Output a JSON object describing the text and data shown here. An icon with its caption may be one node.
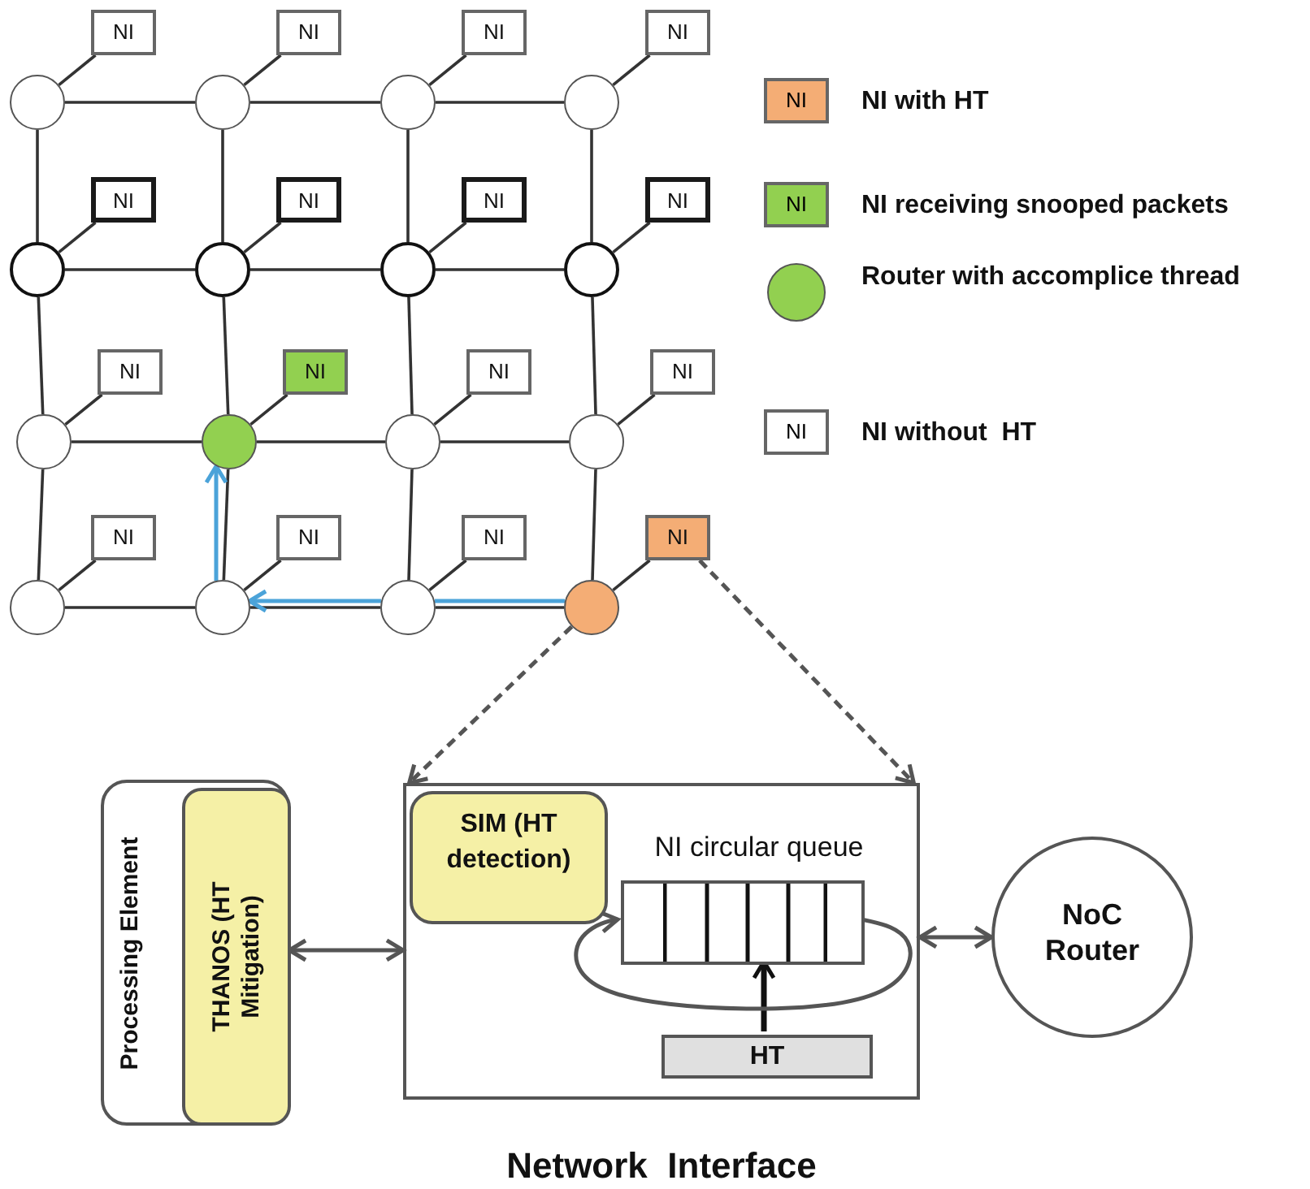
{
  "diagram": {
    "nodes": [
      {
        "text": [
          "NI"
        ]
      },
      {
        "text": [
          "NI"
        ]
      },
      {
        "text": [
          "NI"
        ]
      },
      {
        "text": [
          "NI"
        ]
      },
      {
        "text": [],
        "shape": "circle"
      },
      {
        "text": [],
        "shape": "circle"
      },
      {
        "text": [],
        "shape": "circle"
      },
      {
        "text": [],
        "shape": "circle"
      },
      {
        "text": [
          "NI"
        ]
      },
      {
        "text": [
          "NI"
        ]
      },
      {
        "text": [
          "NI"
        ]
      },
      {
        "text": [
          "NI"
        ]
      },
      {
        "text": [],
        "shape": "circle"
      },
      {
        "text": [],
        "shape": "circle"
      },
      {
        "text": [],
        "shape": "circle"
      },
      {
        "text": [],
        "shape": "circle"
      },
      {
        "text": [
          "NI"
        ]
      },
      {
        "text": [
          "NI"
        ]
      },
      {
        "text": [
          "NI"
        ]
      },
      {
        "text": [
          "NI"
        ]
      },
      {
        "text": [],
        "shape": "circle"
      },
      {
        "text": [],
        "shape": "circle"
      },
      {
        "text": [],
        "shape": "circle"
      },
      {
        "text": [],
        "shape": "circle"
      },
      {
        "text": [
          "NI"
        ]
      },
      {
        "text": [
          "NI"
        ]
      },
      {
        "text": [
          "NI"
        ]
      },
      {
        "text": [
          "NI"
        ]
      },
      {
        "text": [],
        "shape": "circle"
      },
      {
        "text": [],
        "shape": "circle"
      },
      {
        "text": [],
        "shape": "circle"
      },
      {
        "text": [],
        "shape": "circle"
      },
      {
        "text": [
          "Processing Element"
        ]
      },
      {
        "text": [
          "THANOS (HT Mitigation)"
        ],
        "in": 32
      },
      {
        "text": [
          "Network  Interface"
        ]
      },
      {
        "text": [
          "SIM (HT detection)"
        ],
        "in": 34
      },
      {
        "text": [
          "NI circular queue"
        ],
        "in": 34
      },
      {
        "text": [
          "HT"
        ],
        "in": 34
      },
      {
        "text": [
          "NoC Router"
        ]
      }
    ],
    "edges": [
      {
        "from": 0,
        "to": 4,
        "arrow": "none"
      },
      {
        "from": 1,
        "to": 5,
        "arrow": "none"
      },
      {
        "from": 2,
        "to": 6,
        "arrow": "none"
      },
      {
        "from": 3,
        "to": 7,
        "arrow": "none"
      },
      {
        "from": 8,
        "to": 12,
        "arrow": "none"
      },
      {
        "from": 9,
        "to": 13,
        "arrow": "none"
      },
      {
        "from": 10,
        "to": 14,
        "arrow": "none"
      },
      {
        "from": 11,
        "to": 15,
        "arrow": "none"
      },
      {
        "from": 16,
        "to": 20,
        "arrow": "none"
      },
      {
        "from": 17,
        "to": 21,
        "arrow": "none"
      },
      {
        "from": 18,
        "to": 22,
        "arrow": "none"
      },
      {
        "from": 19,
        "to": 23,
        "arrow": "none"
      },
      {
        "from": 24,
        "to": 28,
        "arrow": "none"
      },
      {
        "from": 25,
        "to": 29,
        "arrow": "none"
      },
      {
        "from": 26,
        "to": 30,
        "arrow": "none"
      },
      {
        "from": 27,
        "to": 31,
        "arrow": "none"
      },
      {
        "from": 4,
        "to": 5,
        "arrow": "none"
      },
      {
        "from": 5,
        "to": 6,
        "arrow": "none"
      },
      {
        "from": 6,
        "to": 7,
        "arrow": "none"
      },
      {
        "from": 12,
        "to": 13,
        "arrow": "none"
      },
      {
        "from": 13,
        "to": 14,
        "arrow": "none"
      },
      {
        "from": 14,
        "to": 15,
        "arrow": "none"
      },
      {
        "from": 20,
        "to": 21,
        "arrow": "none"
      },
      {
        "from": 21,
        "to": 22,
        "arrow": "none"
      },
      {
        "from": 22,
        "to": 23,
        "arrow": "none"
      },
      {
        "from": 28,
        "to": 29,
        "arrow": "none"
      },
      {
        "from": 29,
        "to": 30,
        "arrow": "none"
      },
      {
        "from": 30,
        "to": 31,
        "arrow": "none"
      },
      {
        "from": 4,
        "to": 12,
        "arrow": "none"
      },
      {
        "from": 5,
        "to": 13,
        "arrow": "none"
      },
      {
        "from": 6,
        "to": 14,
        "arrow": "none"
      },
      {
        "from": 7,
        "to": 15,
        "arrow": "none"
      },
      {
        "from": 12,
        "to": 20,
        "arrow": "none"
      },
      {
        "from": 13,
        "to": 21,
        "arrow": "none"
      },
      {
        "from": 14,
        "to": 22,
        "arrow": "none"
      },
      {
        "from": 15,
        "to": 23,
        "arrow": "none"
      },
      {
        "from": 20,
        "to": 28,
        "arrow": "none"
      },
      {
        "from": 21,
        "to": 29,
        "arrow": "none"
      },
      {
        "from": 22,
        "to": 30,
        "arrow": "none"
      },
      {
        "from": 23,
        "to": 31,
        "arrow": "none"
      },
      {
        "from": 30,
        "to": 29,
        "arrow": "to",
        "color": "#4ba3d9"
      },
      {
        "from": 29,
        "to": 21,
        "arrow": "to",
        "color": "#4ba3d9"
      },
      {
        "from": 31,
        "to": 34,
        "arrow": "to",
        "style": "dashed"
      },
      {
        "from": 27,
        "to": 34,
        "arrow": "to",
        "style": "dashed"
      },
      {
        "from": 32,
        "to": 34,
        "arrow": "both"
      },
      {
        "from": 34,
        "to": 38,
        "arrow": "both"
      },
      {
        "from": 37,
        "to": 36,
        "arrow": "to",
        "style": "thick"
      },
      {
        "from": 36,
        "to": 36,
        "arrow": "to"
      },
      {
        "from": 31,
        "to": 30,
        "arrow": "none",
        "color": "#4ba3d9"
      }
    ],
    "labels": [
      "NI",
      "NI",
      "NI"
    ],
    "legend": [
      {
        "text": "NI with HT",
        "color": "#f4ad75"
      },
      {
        "text": "NI receiving snooped packets",
        "color": "#92d050"
      },
      {
        "text": "Router with accomplice thread",
        "color": "#92d050"
      },
      {
        "text": "NI without  HT",
        "color": "#ffffff"
      }
    ]
  }
}
